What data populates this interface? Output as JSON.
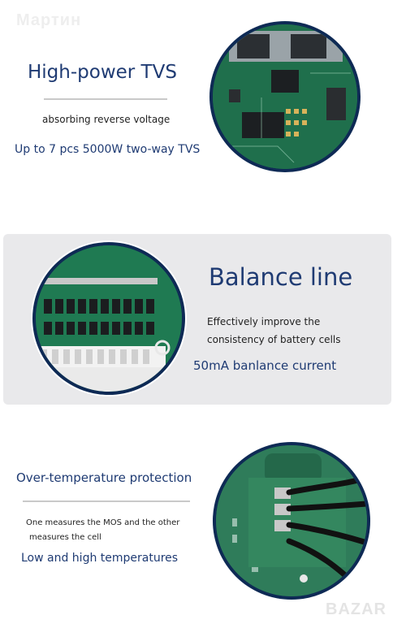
{
  "watermark": "Мартин",
  "section1": {
    "title": "High-power TVS",
    "subtitle": "absorbing reverse voltage",
    "highlight": "Up to 7 pcs 5000W two-way TVS"
  },
  "section2": {
    "title": "Balance line",
    "line1": "Effectively improve the",
    "line2": "consistency of battery cells",
    "highlight": "50mA banlance current"
  },
  "section3": {
    "title": "Over-temperature protection",
    "line1": "One measures the MOS and the other",
    "line2": "measures the cell",
    "highlight": "Low and high temperatures"
  },
  "bottom_watermark": "BAZAR",
  "colors": {
    "title": "#1f3b73",
    "pcb": "#1f6f4c",
    "ring": "#0e2a55",
    "panel": "#e9e9eb"
  }
}
